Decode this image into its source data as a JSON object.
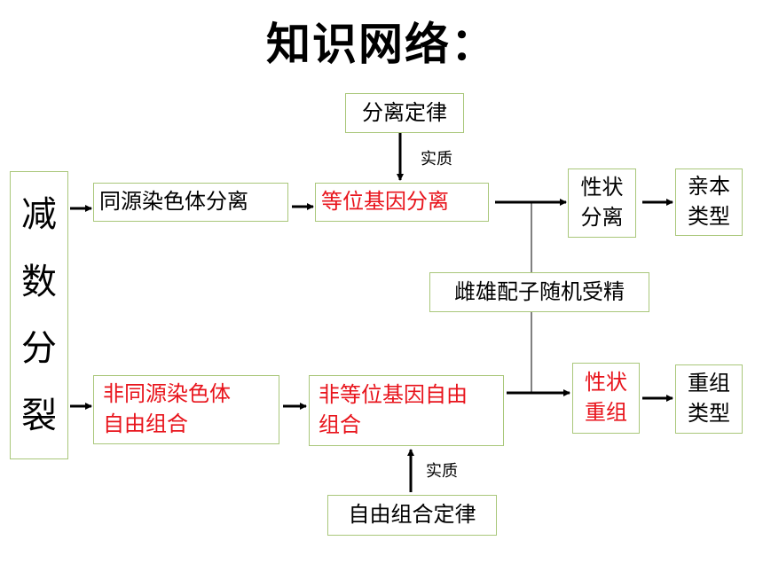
{
  "title": "知识网络：",
  "meiosis_chars": [
    "减",
    "数",
    "分",
    "裂"
  ],
  "boxes": {
    "segregation_law": "分离定律",
    "homologous_separation": "同源染色体分离",
    "allele_separation": "等位基因分离",
    "trait_separation_1": "性状",
    "trait_separation_2": "分离",
    "parental_type_1": "亲本",
    "parental_type_2": "类型",
    "gamete_fertilization": "雌雄配子随机受精",
    "nonhomologous_1": "非同源染色体",
    "nonhomologous_2": "自由组合",
    "nonallelic_1": "非等位基因自由",
    "nonallelic_2": "组合",
    "trait_recomb_1": "性状",
    "trait_recomb_2": "重组",
    "recomb_type_1": "重组",
    "recomb_type_2": "类型",
    "independent_assortment_law": "自由组合定律"
  },
  "labels": {
    "essence_top": "实质",
    "essence_bottom": "实质"
  },
  "colors": {
    "border": "#a9c77a",
    "highlight": "#e8141c",
    "text": "#000000"
  }
}
